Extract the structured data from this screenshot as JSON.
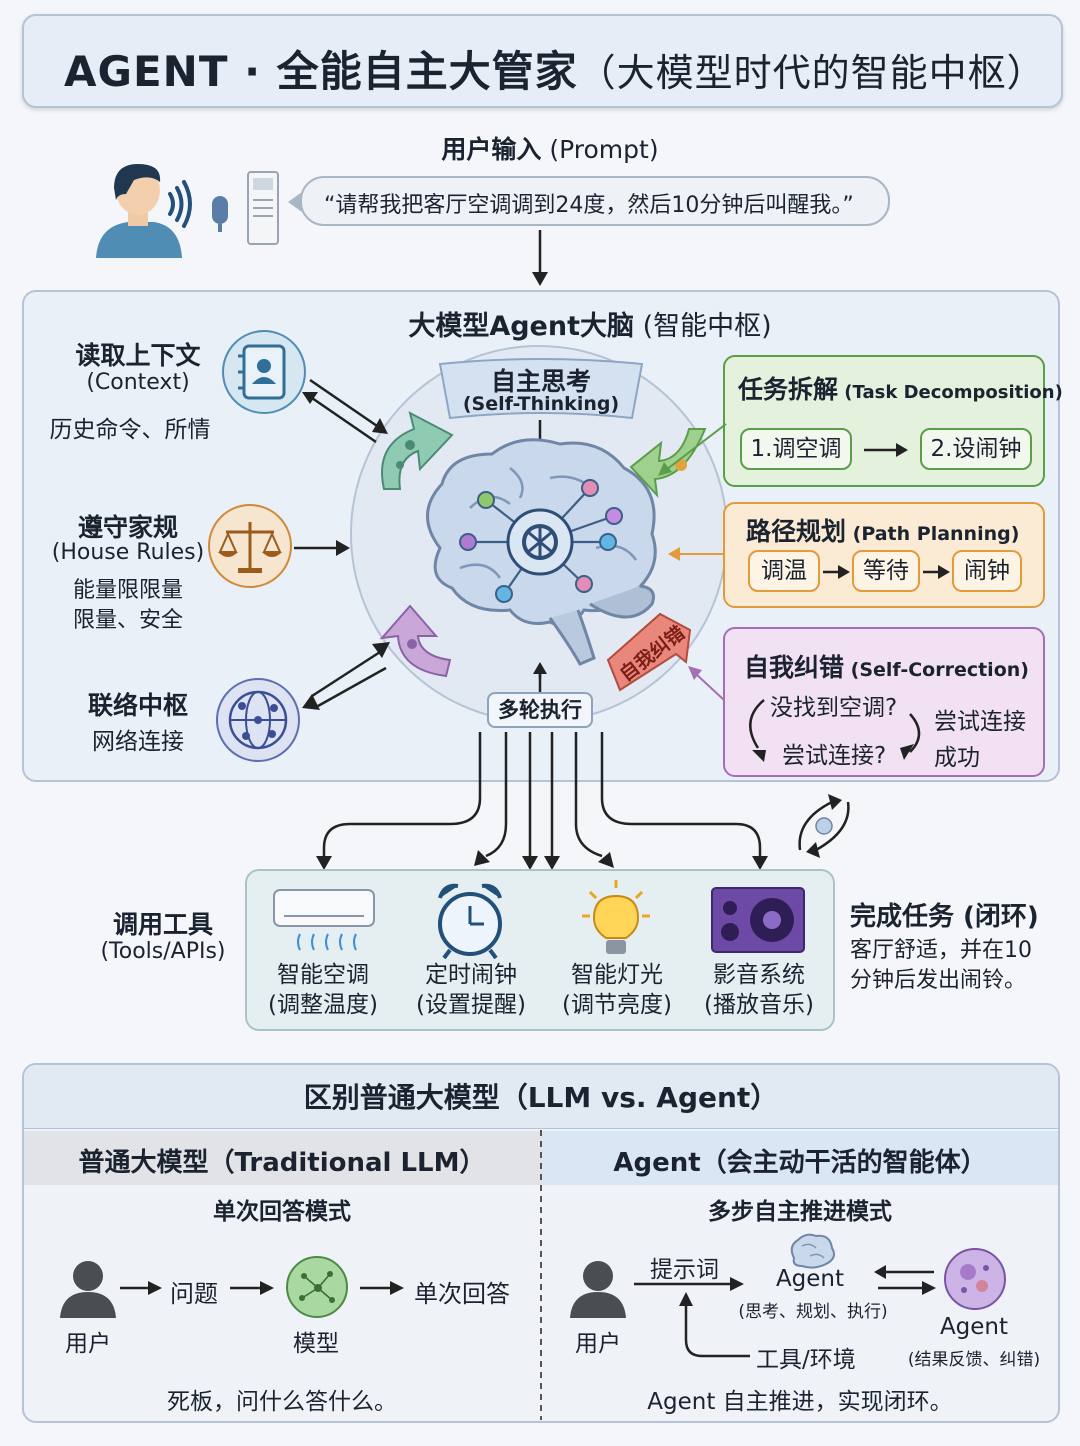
{
  "header": {
    "title_main": "AGENT · 全能自主大管家",
    "title_sub": "（大模型时代的智能中枢）"
  },
  "user_input": {
    "label_bold": "用户输入",
    "label_paren": " (Prompt)",
    "quote": "“请帮我把客厅空调调到24度，然后10分钟后叫醒我。”"
  },
  "brain": {
    "title_bold": "大模型Agent大脑",
    "title_paren": " (智能中枢)",
    "self_thinking": "自主思考",
    "self_thinking_en": "(Self-Thinking)",
    "multi_round": "多轮执行",
    "self_correct_arrow": "自我纠错"
  },
  "left_items": {
    "context_title": "读取上下文",
    "context_en": "(Context)",
    "context_desc": "历史命令、所情",
    "rules_title": "遵守家规",
    "rules_en": "(House Rules)",
    "rules_desc1": "能量限限量",
    "rules_desc2": "限量、安全",
    "hub_title": "联络中枢",
    "hub_desc": "网络连接"
  },
  "task": {
    "title": "任务拆解",
    "title_en": " (Task Decomposition)",
    "step1": "1.调空调",
    "step2": "2.设闹钟"
  },
  "path": {
    "title": "路径规划",
    "title_en": " (Path Planning)",
    "step1": "调温",
    "step2": "等待",
    "step3": "闹钟"
  },
  "correction": {
    "title": "自我纠错",
    "title_en": " (Self-Correction)",
    "line1": "没找到空调?",
    "line2": "尝试连接?",
    "right1": "尝试连接",
    "right2": "成功"
  },
  "tools": {
    "title": "调用工具",
    "title_en": "(Tools/APIs)",
    "items": [
      {
        "name": "智能空调",
        "desc": "(调整温度)"
      },
      {
        "name": "定时闹钟",
        "desc": "(设置提醒)"
      },
      {
        "name": "智能灯光",
        "desc": "(调节亮度)"
      },
      {
        "name": "影音系统",
        "desc": "(播放音乐)"
      }
    ]
  },
  "done": {
    "title": "完成任务 (闭环)",
    "line1": "客厅舒适，并在10",
    "line2": "分钟后发出闹铃。"
  },
  "compare": {
    "title": "区别普通大模型（LLM vs. Agent）",
    "left": {
      "header": "普通大模型（Traditional LLM）",
      "mode": "单次回答模式",
      "user": "用户",
      "question": "问题",
      "model": "模型",
      "answer": "单次回答",
      "summary": "死板，问什么答什么。"
    },
    "right": {
      "header": "Agent（会主动干活的智能体）",
      "mode": "多步自主推进模式",
      "user": "用户",
      "prompt": "提示词",
      "agent1": "Agent",
      "agent1_desc": "(思考、规划、执行)",
      "agent2": "Agent",
      "agent2_desc": "(结果反馈、纠错)",
      "tools_env": "工具/环境",
      "summary": "Agent 自主推进，实现闭环。"
    }
  },
  "colors": {
    "task_green": "#5a9e4a",
    "path_orange": "#e39a3b",
    "correct_purple": "#a56fb5",
    "panel_border": "#b4c3d6"
  }
}
